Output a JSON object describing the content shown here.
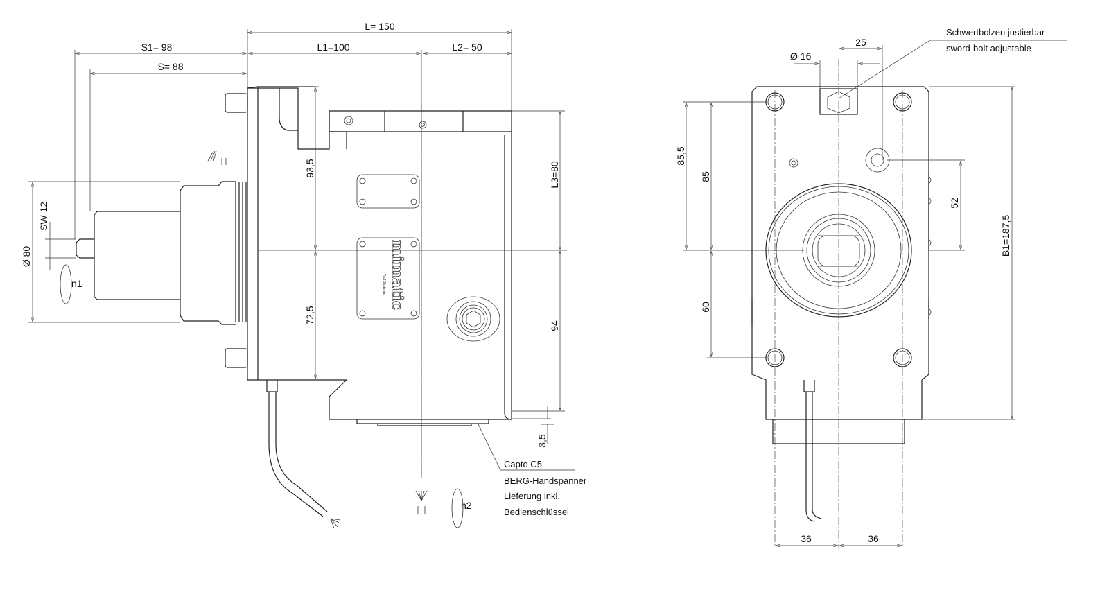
{
  "left_view": {
    "dims": {
      "L": "L= 150",
      "L1": "L1=100",
      "L2": "L2= 50",
      "S1": "S1= 98",
      "S": "S= 88",
      "h1": "93,5",
      "h2": "72,5",
      "L3": "L3=80",
      "h3": "94",
      "h4": "3,5",
      "d80": "Ø 80",
      "sw": "SW 12"
    },
    "rotation_labels": {
      "n1": "n1",
      "n2": "n2"
    },
    "logo": "mimatic",
    "logo_sub": "Tool Systems",
    "callout": [
      "Capto C5",
      "BERG-Handspanner",
      "Lieferung inkl.",
      "Bedienschlüssel"
    ]
  },
  "front_view": {
    "dims": {
      "a": "85,5",
      "b": "85",
      "c": "60",
      "d": "52",
      "B1": "B1=187,5",
      "w1": "36",
      "w2": "36",
      "off": "25",
      "d16": "Ø 16"
    },
    "callout": [
      "Schwertbolzen justierbar",
      "sword-bolt adjustable"
    ]
  }
}
